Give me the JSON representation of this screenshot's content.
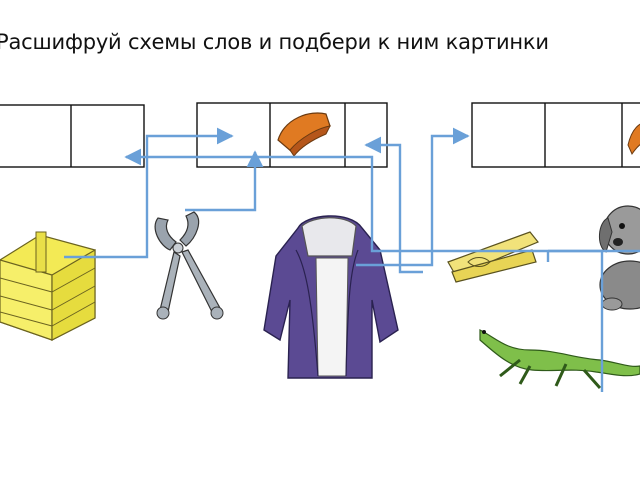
{
  "title": "Расшифруй схемы слов и подбери к ним картинки",
  "schemes": [
    {
      "id": "scheme-left",
      "cells": 3,
      "hint_cell": null
    },
    {
      "id": "scheme-middle",
      "cells": 3,
      "hint_cell": 2
    },
    {
      "id": "scheme-right",
      "cells": 3,
      "hint_cell": 3
    }
  ],
  "pictures": [
    "box",
    "pincers",
    "coat",
    "clothespin",
    "dog",
    "lizard"
  ],
  "colors": {
    "line": "#6aa0d8",
    "box": "#f3ea55",
    "coat": "#5b4a93",
    "lizard": "#7fbf4a",
    "dog": "#8a8a8a",
    "hint": "#e07a22"
  }
}
